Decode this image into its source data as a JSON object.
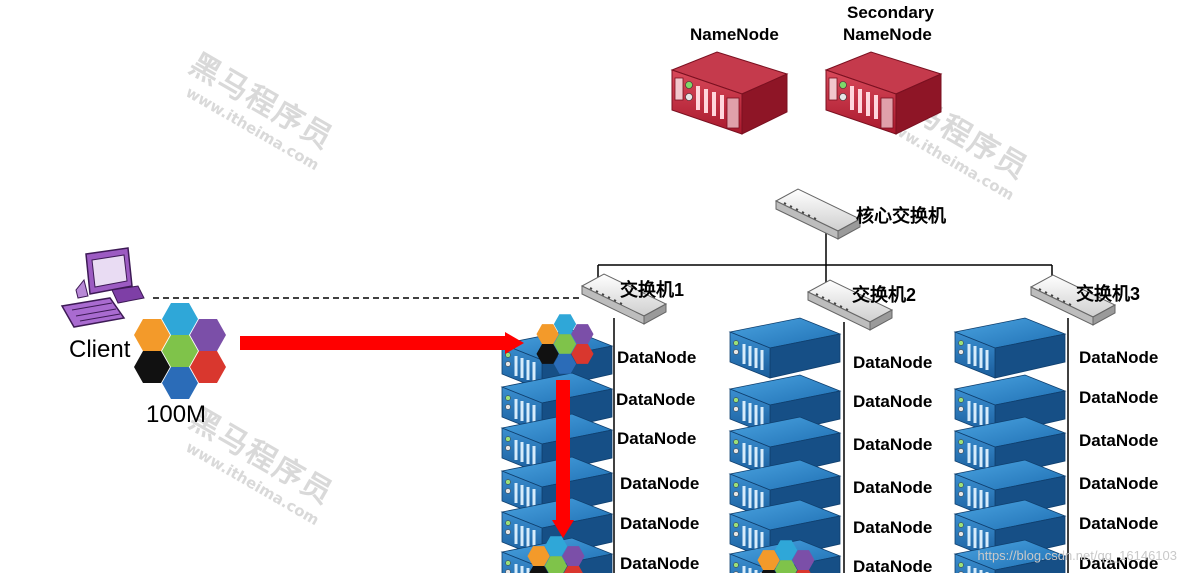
{
  "watermark": {
    "brand": "黑马程序员",
    "site": "www.itheima.com"
  },
  "credit": "https://blog.csdn.net/qq_16146103",
  "namenode": {
    "label": "NameNode"
  },
  "secondary_namenode": {
    "line1": "Secondary",
    "line2": "NameNode"
  },
  "core_switch": {
    "label": "核心交换机"
  },
  "switches": [
    {
      "label": "交换机1"
    },
    {
      "label": "交换机2"
    },
    {
      "label": "交换机3"
    }
  ],
  "client": {
    "label": "Client",
    "file_size": "100M"
  },
  "rack_label": "DataNode",
  "colors": {
    "arrow": "#ff0000",
    "namenode": "#c0263a",
    "datanode": "#2b7fc4"
  }
}
